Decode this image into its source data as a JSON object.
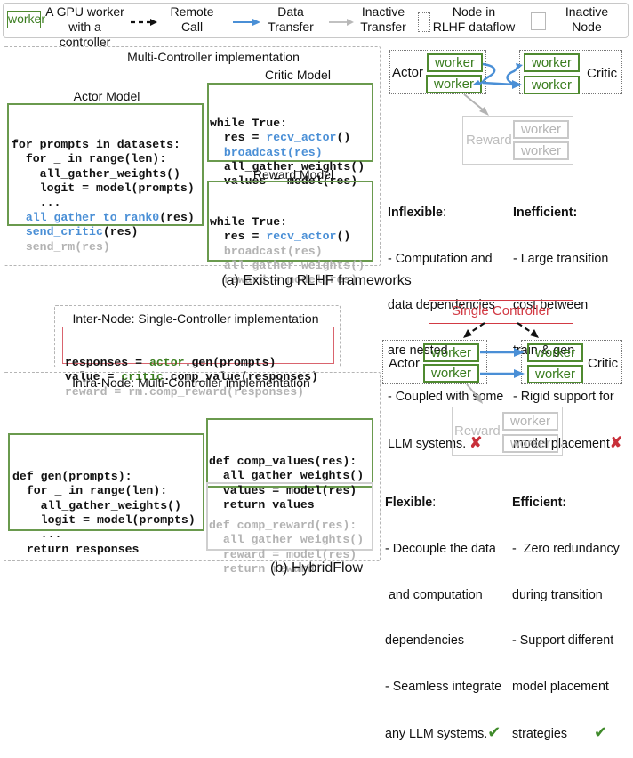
{
  "legend": {
    "worker_label": "worker",
    "worker_desc": [
      "A GPU worker",
      "with a controller"
    ],
    "remote_call": [
      "Remote",
      "Call"
    ],
    "data_transfer": [
      "Data",
      "Transfer"
    ],
    "inactive_transfer": [
      "Inactive",
      "Transfer"
    ],
    "node_in_dataflow": [
      "Node in",
      "RLHF dataflow"
    ],
    "inactive_node": [
      "Inactive",
      "Node"
    ]
  },
  "colors": {
    "worker_green": "#4f8a30",
    "data_transfer_blue": "#4a8fd6",
    "inactive_gray": "#b5b5b5",
    "controller_red": "#d23a44",
    "cross_red": "#c8303a",
    "check_green": "#3f8a2a"
  },
  "panel_a": {
    "container_title": "Multi-Controller implementation",
    "actor_title": "Actor Model",
    "critic_title": "Critic Model",
    "reward_title": "Reward Model",
    "actor_code": [
      [
        {
          "t": "for prompts in datasets:",
          "c": ""
        }
      ],
      [
        {
          "t": "  for _ in range(len):",
          "c": ""
        }
      ],
      [
        {
          "t": "    all_gather_weights()",
          "c": ""
        }
      ],
      [
        {
          "t": "    logit = model(prompts)",
          "c": ""
        }
      ],
      [
        {
          "t": "    ...",
          "c": ""
        }
      ],
      [
        {
          "t": "  all_gather_to_rank0",
          "c": "blue"
        },
        {
          "t": "(res)",
          "c": ""
        }
      ],
      [
        {
          "t": "  send_critic",
          "c": "blue"
        },
        {
          "t": "(res)",
          "c": ""
        }
      ],
      [
        {
          "t": "  send_rm(res)",
          "c": "gray"
        }
      ]
    ],
    "critic_code": [
      [
        {
          "t": "while True:",
          "c": ""
        }
      ],
      [
        {
          "t": "  res = ",
          "c": ""
        },
        {
          "t": "recv_actor",
          "c": "blue"
        },
        {
          "t": "()",
          "c": ""
        }
      ],
      [
        {
          "t": "  broadcast(res)",
          "c": "blue"
        }
      ],
      [
        {
          "t": "  all_gather_weights()",
          "c": ""
        }
      ],
      [
        {
          "t": "  values = model(res)",
          "c": ""
        }
      ]
    ],
    "reward_code": [
      [
        {
          "t": "while True:",
          "c": ""
        }
      ],
      [
        {
          "t": "  res = ",
          "c": ""
        },
        {
          "t": "recv_actor",
          "c": "blue"
        },
        {
          "t": "()",
          "c": ""
        }
      ],
      [
        {
          "t": "  broadcast(res)",
          "c": "gray"
        }
      ],
      [
        {
          "t": "  all_gather_weights()",
          "c": "gray"
        }
      ],
      [
        {
          "t": "  reward = model(res)",
          "c": "gray"
        }
      ]
    ],
    "diagram": {
      "actor_label": "Actor",
      "critic_label": "Critic",
      "reward_label": "Reward",
      "worker_label": "worker"
    },
    "inflexible": {
      "heading": "Inflexible",
      "colon": ":",
      "lines": [
        "- Computation and",
        "data dependencies",
        "are nested",
        "- Coupled with some",
        "LLM systems. "
      ]
    },
    "inefficient": {
      "heading": "Inefficient:",
      "lines": [
        "- Large transition",
        "cost between",
        "train & gen",
        "- Rigid support for",
        "model placement"
      ]
    },
    "caption": "(a) Existing RLHF frameworks"
  },
  "panel_b": {
    "inter_title": "Inter-Node: Single-Controller implementation",
    "inter_code": [
      [
        {
          "t": "responses = ",
          "c": ""
        },
        {
          "t": "actor",
          "c": "green"
        },
        {
          "t": ".gen(prompts)",
          "c": ""
        }
      ],
      [
        {
          "t": "value = ",
          "c": ""
        },
        {
          "t": "critic",
          "c": "green"
        },
        {
          "t": ".comp_value(responses)",
          "c": ""
        }
      ],
      [
        {
          "t": "reward = rm.comp_reward(responses)",
          "c": "gray"
        }
      ]
    ],
    "intra_title": "Intra-Node: Multi-Controller implementation",
    "gen_code": [
      [
        {
          "t": "def gen(prompts):",
          "c": ""
        }
      ],
      [
        {
          "t": "  for _ in range(len):",
          "c": ""
        }
      ],
      [
        {
          "t": "    all_gather_weights()",
          "c": ""
        }
      ],
      [
        {
          "t": "    logit = model(prompts)",
          "c": ""
        }
      ],
      [
        {
          "t": "    ...",
          "c": ""
        }
      ],
      [
        {
          "t": "  return responses",
          "c": ""
        }
      ]
    ],
    "values_code": [
      [
        {
          "t": "def comp_values(res):",
          "c": ""
        }
      ],
      [
        {
          "t": "  all_gather_weights()",
          "c": ""
        }
      ],
      [
        {
          "t": "  values = model(res)",
          "c": ""
        }
      ],
      [
        {
          "t": "  return values",
          "c": ""
        }
      ]
    ],
    "reward_code": [
      [
        {
          "t": "def comp_reward(res):",
          "c": "gray"
        }
      ],
      [
        {
          "t": "  all_gather_weights()",
          "c": "gray"
        }
      ],
      [
        {
          "t": "  reward = model(res)",
          "c": "gray"
        }
      ],
      [
        {
          "t": "  return reward",
          "c": "gray"
        }
      ]
    ],
    "diagram": {
      "controller_label": "Single Controller",
      "actor_label": "Actor",
      "critic_label": "Critic",
      "reward_label": "Reward",
      "worker_label": "worker"
    },
    "flexible": {
      "heading": "Flexible",
      "colon": ":",
      "lines": [
        "- Decouple the data",
        " and computation",
        "dependencies",
        "- Seamless integrate",
        "any LLM systems."
      ]
    },
    "efficient": {
      "heading": "Efficient:",
      "lines": [
        "-  Zero redundancy",
        "during transition",
        "- Support different",
        "model placement",
        "strategies"
      ]
    },
    "caption": "(b) HybridFlow"
  },
  "icons": {
    "cross": "✘",
    "check": "✔"
  }
}
